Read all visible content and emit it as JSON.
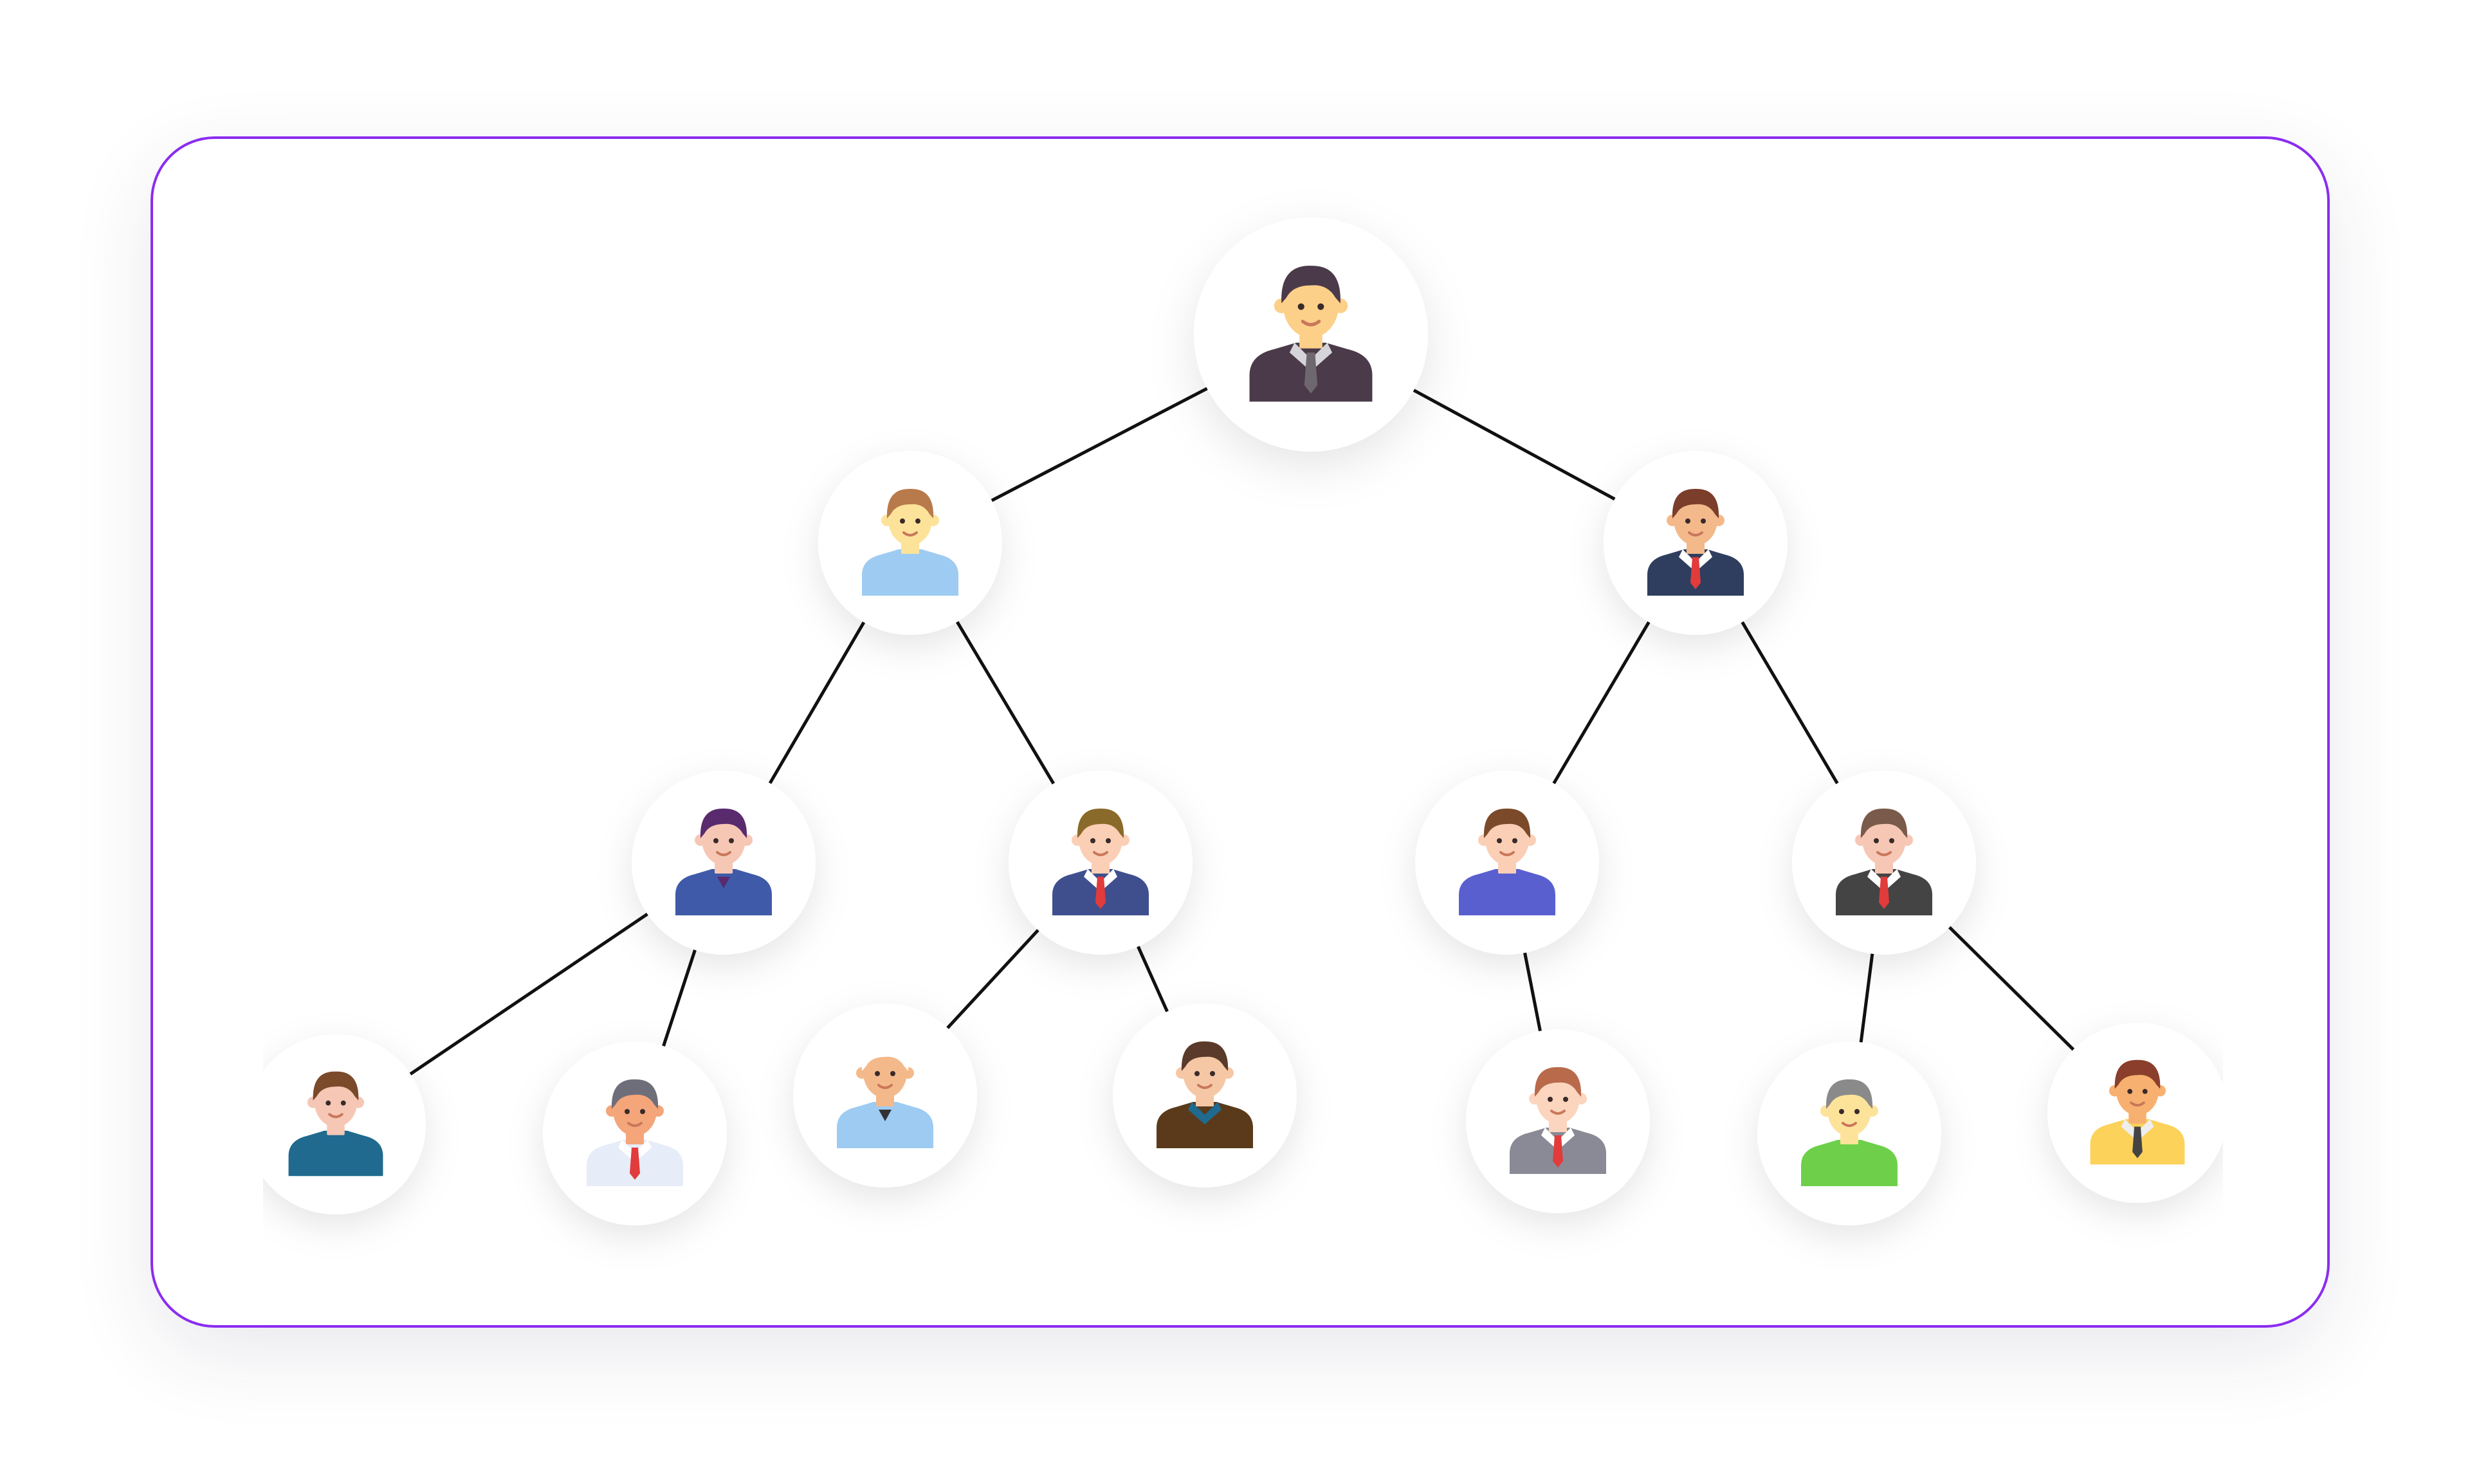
{
  "colors": {
    "border": "#8b2cf0",
    "edge": "#111111",
    "node_fill": "#ffffff"
  },
  "tree": {
    "nodes": [
      {
        "id": "root",
        "parent": null,
        "avatar": {
          "skin": "#fdd08a",
          "hair": "#4b3a4a",
          "shirt": "#4b3a4a",
          "collar": "#d5d4d9",
          "tie": "#6e676f",
          "accent": "#1eaee0"
        }
      },
      {
        "id": "l1a",
        "parent": "root",
        "avatar": {
          "skin": "#fde39a",
          "hair": "#b87a4b",
          "shirt": "#9ecbf2",
          "collar": "#9ecbf2",
          "tie": null,
          "accent": null
        }
      },
      {
        "id": "l1b",
        "parent": "root",
        "avatar": {
          "skin": "#f4b98a",
          "hair": "#7a3e2b",
          "shirt": "#2f3e5e",
          "collar": "#ffffff",
          "tie": "#e23b3b",
          "accent": null
        }
      },
      {
        "id": "l2a",
        "parent": "l1a",
        "avatar": {
          "skin": "#f6c7b5",
          "hair": "#5a2a6e",
          "shirt": "#3f5aa8",
          "collar": "#3f5aa8",
          "tie": null,
          "accent": "#5a2a6e"
        }
      },
      {
        "id": "l2b",
        "parent": "l1a",
        "avatar": {
          "skin": "#fbcfb5",
          "hair": "#8a6a2a",
          "shirt": "#3f4f8e",
          "collar": "#ffffff",
          "tie": "#e23b3b",
          "accent": null
        }
      },
      {
        "id": "l2c",
        "parent": "l1b",
        "avatar": {
          "skin": "#fbcfb5",
          "hair": "#7a4a2b",
          "shirt": "#5a5fd0",
          "collar": "#5a5fd0",
          "tie": null,
          "accent": null
        }
      },
      {
        "id": "l2d",
        "parent": "l1b",
        "avatar": {
          "skin": "#f6c7b5",
          "hair": "#7a5a4a",
          "shirt": "#444444",
          "collar": "#ffffff",
          "tie": "#e23b3b",
          "accent": null
        }
      },
      {
        "id": "l3a",
        "parent": "l2a",
        "avatar": {
          "skin": "#f6c7b5",
          "hair": "#7a4a2b",
          "shirt": "#1f6a8e",
          "collar": "#1f6a8e",
          "tie": null,
          "accent": null
        }
      },
      {
        "id": "l3b",
        "parent": "l2a",
        "avatar": {
          "skin": "#f4a57a",
          "hair": "#6e6e7a",
          "shirt": "#e6ecf8",
          "collar": "#ffffff",
          "tie": "#e23b3b",
          "accent": null
        }
      },
      {
        "id": "l3c",
        "parent": "l2b",
        "avatar": {
          "skin": "#f4b98a",
          "hair": "#ffffff",
          "shirt": "#9ecbf2",
          "collar": "#9ecbf2",
          "tie": null,
          "accent": "#333333"
        }
      },
      {
        "id": "l3d",
        "parent": "l2b",
        "avatar": {
          "skin": "#f6c7a5",
          "hair": "#5a3a2a",
          "shirt": "#5a3a1a",
          "collar": "#1f6a8e",
          "tie": null,
          "accent": null
        }
      },
      {
        "id": "l3e",
        "parent": "l2c",
        "avatar": {
          "skin": "#fbd5bd",
          "hair": "#b86a4b",
          "shirt": "#8a8a96",
          "collar": "#ffffff",
          "tie": "#e23b3b",
          "accent": null
        }
      },
      {
        "id": "l3f",
        "parent": "l2d",
        "avatar": {
          "skin": "#fde39a",
          "hair": "#8a8a8a",
          "shirt": "#6ed04a",
          "collar": "#6ed04a",
          "tie": null,
          "accent": null
        }
      },
      {
        "id": "l3g",
        "parent": "l2d",
        "avatar": {
          "skin": "#f8b070",
          "hair": "#8a3e2b",
          "shirt": "#fcd25a",
          "collar": "#eeeeee",
          "tie": "#444444",
          "accent": null
        }
      }
    ]
  }
}
